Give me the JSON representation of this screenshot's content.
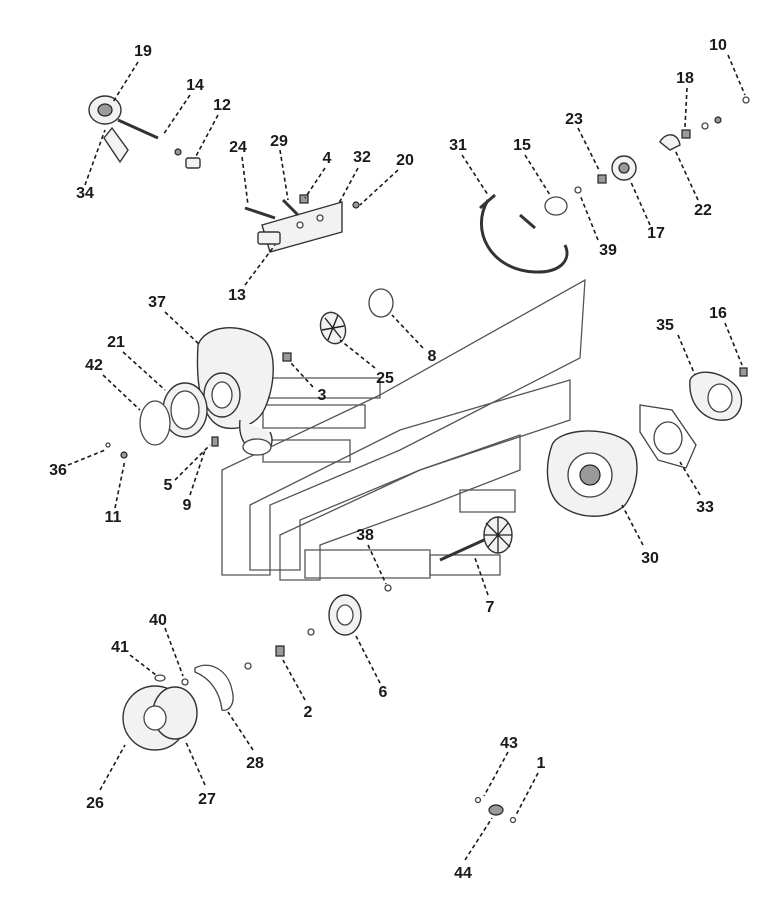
{
  "diagram": {
    "callouts": [
      {
        "label": "19"
      },
      {
        "label": "14"
      },
      {
        "label": "12"
      },
      {
        "label": "34"
      },
      {
        "label": "24"
      },
      {
        "label": "29"
      },
      {
        "label": "4"
      },
      {
        "label": "32"
      },
      {
        "label": "20"
      },
      {
        "label": "13"
      },
      {
        "label": "31"
      },
      {
        "label": "15"
      },
      {
        "label": "23"
      },
      {
        "label": "39"
      },
      {
        "label": "17"
      },
      {
        "label": "10"
      },
      {
        "label": "18"
      },
      {
        "label": "22"
      },
      {
        "label": "37"
      },
      {
        "label": "21"
      },
      {
        "label": "42"
      },
      {
        "label": "36"
      },
      {
        "label": "11"
      },
      {
        "label": "5"
      },
      {
        "label": "9"
      },
      {
        "label": "3"
      },
      {
        "label": "25"
      },
      {
        "label": "8"
      },
      {
        "label": "35"
      },
      {
        "label": "16"
      },
      {
        "label": "33"
      },
      {
        "label": "30"
      },
      {
        "label": "38"
      },
      {
        "label": "7"
      },
      {
        "label": "40"
      },
      {
        "label": "41"
      },
      {
        "label": "2"
      },
      {
        "label": "6"
      },
      {
        "label": "28"
      },
      {
        "label": "26"
      },
      {
        "label": "27"
      },
      {
        "label": "43"
      },
      {
        "label": "1"
      },
      {
        "label": "44"
      }
    ]
  }
}
